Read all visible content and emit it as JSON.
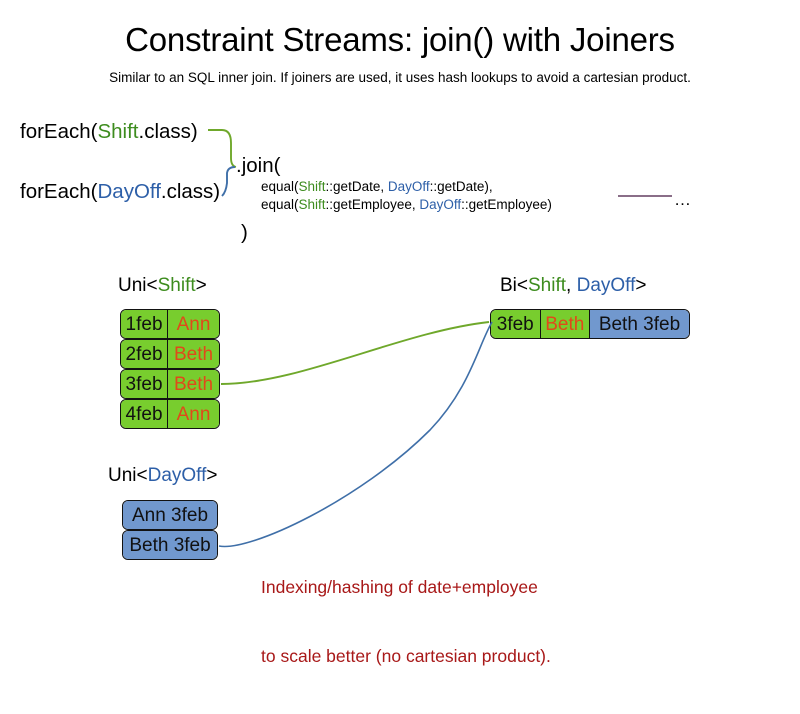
{
  "header": {
    "title": "Constraint Streams: join() with Joiners",
    "subtitle": "Similar to an SQL inner join. If joiners are used, it uses hash lookups to avoid a cartesian product."
  },
  "code": {
    "foreach_shift": {
      "prefix": "forEach(",
      "type": "Shift",
      "suffix": ".class)"
    },
    "foreach_dayoff": {
      "prefix": "forEach(",
      "type": "DayOff",
      "suffix": ".class)"
    },
    "join_open": ".join(",
    "join_close": ")",
    "joiners": [
      {
        "prefix": "equal(",
        "left_type": "Shift",
        "left_method": "::getDate, ",
        "right_type": "DayOff",
        "right_method": "::getDate),"
      },
      {
        "prefix": "equal(",
        "left_type": "Shift",
        "left_method": "::getEmployee, ",
        "right_type": "DayOff",
        "right_method": "::getEmployee)"
      }
    ],
    "ellipsis": "…"
  },
  "streams": {
    "uni_shift": {
      "label_prefix": "Uni<",
      "label_type": "Shift",
      "label_suffix": ">",
      "rows": [
        {
          "date": "1feb",
          "employee": "Ann"
        },
        {
          "date": "2feb",
          "employee": "Beth"
        },
        {
          "date": "3feb",
          "employee": "Beth"
        },
        {
          "date": "4feb",
          "employee": "Ann"
        }
      ]
    },
    "uni_dayoff": {
      "label_prefix": "Uni<",
      "label_type": "DayOff",
      "label_suffix": ">",
      "rows": [
        {
          "text": "Ann 3feb"
        },
        {
          "text": "Beth 3feb"
        }
      ]
    },
    "bi": {
      "label_prefix": "Bi<",
      "label_type_a": "Shift",
      "label_comma": ", ",
      "label_type_b": "DayOff",
      "label_suffix": ">",
      "row": {
        "date": "3feb",
        "employee": "Beth",
        "pair": "Beth 3feb"
      }
    }
  },
  "annotation": {
    "line1": "Indexing/hashing of date+employee",
    "line2": "to scale better (no cartesian product)."
  },
  "colors": {
    "shift_green": "#3D8C1E",
    "dayoff_blue": "#2D5FA8",
    "box_green": "#78CD2E",
    "box_blue": "#7198CE",
    "employee_orange": "#E1491A",
    "annotation_red": "#A81818",
    "connector_green": "#6FA82B",
    "connector_blue": "#3F6FA8",
    "ellipsis_line_purple": "#7A5A77"
  }
}
